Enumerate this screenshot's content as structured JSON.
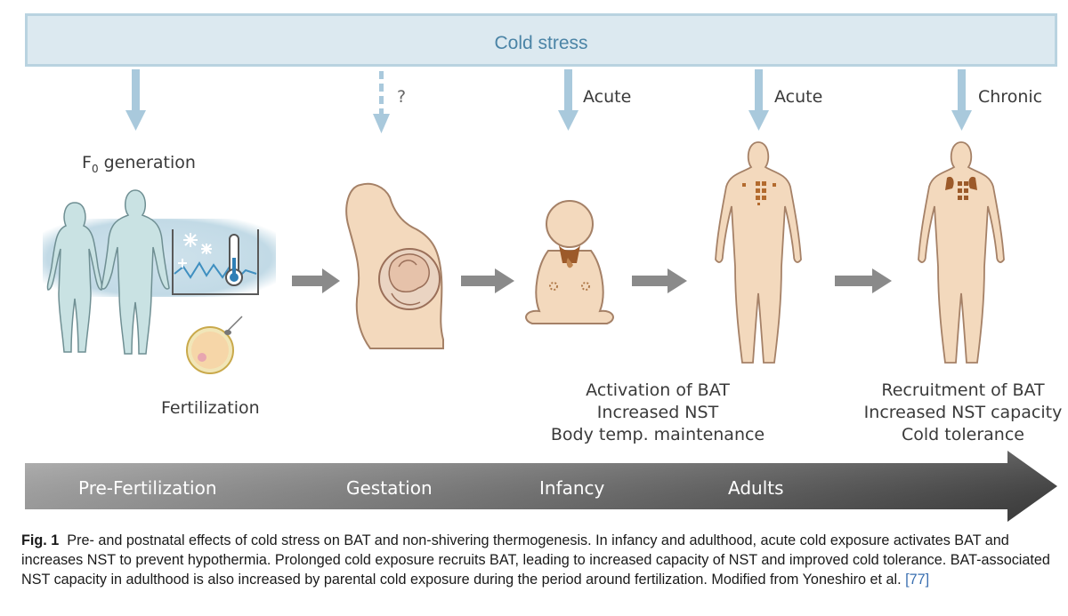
{
  "banner": {
    "text": "Cold stress"
  },
  "arrow_labels": {
    "gestation": "?",
    "infancy": "Acute",
    "adults": "Acute",
    "chronic": "Chronic"
  },
  "f0": {
    "prefix": "F",
    "subscript": "0",
    "suffix": " generation"
  },
  "fertilization": "Fertilization",
  "adult_acute_effects": [
    "Activation of BAT",
    "Increased NST",
    "Body temp. maintenance"
  ],
  "adult_chronic_effects": [
    "Recruitment of BAT",
    "Increased NST capacity",
    "Cold tolerance"
  ],
  "timeline": [
    "Pre-Fertilization",
    "Gestation",
    "Infancy",
    "Adults"
  ],
  "caption": {
    "label": "Fig. 1",
    "text": "Pre- and postnatal effects of cold stress on BAT and non-shivering thermogenesis. In infancy and adulthood, acute cold exposure activates BAT and increases NST to prevent hypothermia. Prolonged cold exposure recruits BAT, leading to increased capacity of NST and improved cold tolerance. BAT-associated NST capacity in adulthood is also increased by parental cold exposure during the period around fertilization. Modified from Yoneshiro et al. ",
    "ref": "[77]"
  },
  "colors": {
    "banner_fill": "#dce9f0",
    "banner_text": "#4b84a6",
    "arrow_blue": "#a9c9dc",
    "arrow_gray": "#8a8a8a",
    "skin": "#f3d9bd",
    "bat": "#9c5a2a"
  }
}
